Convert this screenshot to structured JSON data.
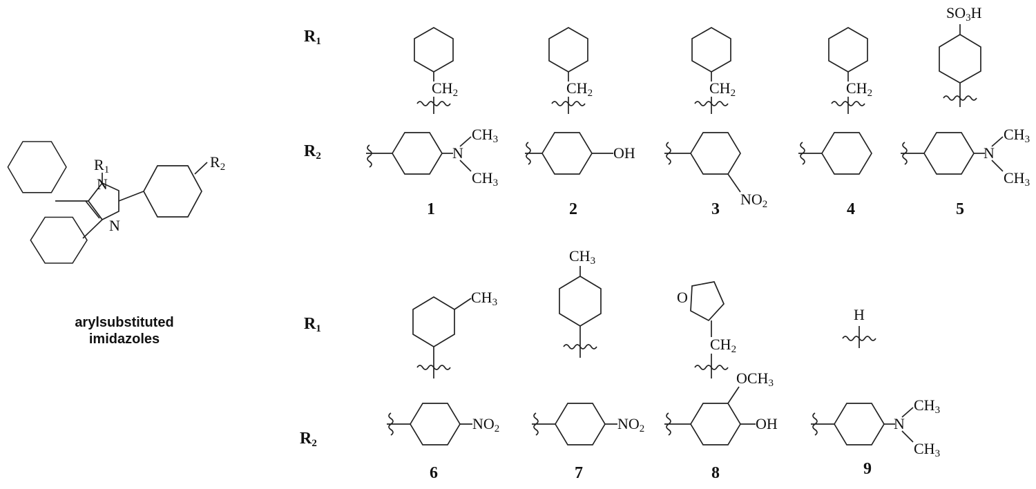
{
  "figure": {
    "caption_line1": "arylsubstituted",
    "caption_line2": "imidazoles"
  },
  "labels": {
    "r1": "R",
    "r1_sub": "1",
    "r2": "R",
    "r2_sub": "2",
    "n1": "N",
    "n3": "N",
    "ch3": "CH",
    "ch3_sub": "3",
    "ch2": "CH",
    "ch2_sub": "2",
    "oh": "OH",
    "no2": "NO",
    "no2_sub": "2",
    "och3": "OCH",
    "och3_sub": "3",
    "so3h_a": "SO",
    "so3h_sub": "3",
    "so3h_b": "H",
    "o": "O",
    "h": "H",
    "n": "N"
  },
  "compounds": [
    "1",
    "2",
    "3",
    "4",
    "5",
    "6",
    "7",
    "8",
    "9"
  ]
}
